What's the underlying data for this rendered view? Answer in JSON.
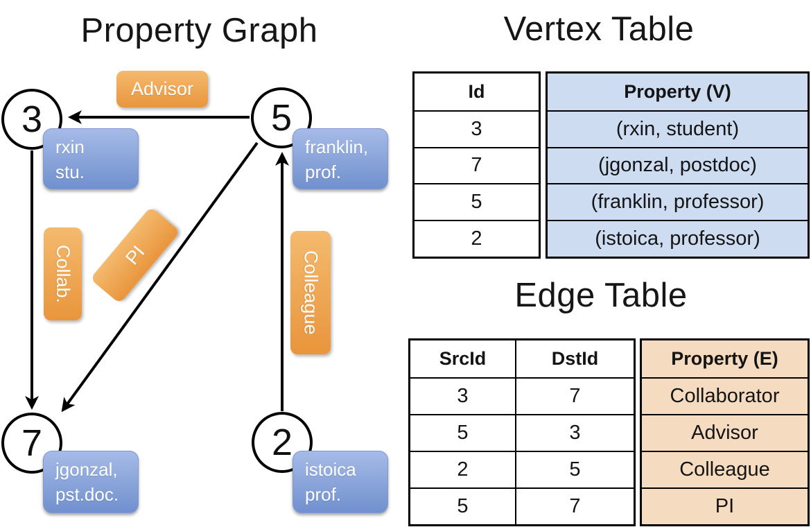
{
  "colors": {
    "edge_label_orange": "#EFA64C",
    "vertex_label_blue": "#7E9CD8",
    "vertex_table_fill": "#CEDCF2",
    "edge_table_fill": "#F5DCC1",
    "line_black": "#000000"
  },
  "graph": {
    "title": "Property Graph",
    "nodes": [
      {
        "id": "3",
        "line1": "rxin",
        "line2": "stu."
      },
      {
        "id": "5",
        "line1": "franklin,",
        "line2": "prof."
      },
      {
        "id": "7",
        "line1": "jgonzal,",
        "line2": "pst.doc."
      },
      {
        "id": "2",
        "line1": "istoica",
        "line2": "prof."
      }
    ],
    "edges": [
      {
        "label": "Advisor",
        "src": "5",
        "dst": "3"
      },
      {
        "label": "Collab.",
        "src": "3",
        "dst": "7"
      },
      {
        "label": "PI",
        "src": "5",
        "dst": "7"
      },
      {
        "label": "Colleague",
        "src": "2",
        "dst": "5"
      }
    ]
  },
  "vertex_table": {
    "title": "Vertex Table",
    "headers": {
      "id": "Id",
      "property": "Property (V)"
    },
    "rows": [
      {
        "id": "3",
        "property": "(rxin, student)"
      },
      {
        "id": "7",
        "property": "(jgonzal, postdoc)"
      },
      {
        "id": "5",
        "property": "(franklin, professor)"
      },
      {
        "id": "2",
        "property": "(istoica, professor)"
      }
    ]
  },
  "edge_table": {
    "title": "Edge Table",
    "headers": {
      "src": "SrcId",
      "dst": "DstId",
      "property": "Property (E)"
    },
    "rows": [
      {
        "src": "3",
        "dst": "7",
        "property": "Collaborator"
      },
      {
        "src": "5",
        "dst": "3",
        "property": "Advisor"
      },
      {
        "src": "2",
        "dst": "5",
        "property": "Colleague"
      },
      {
        "src": "5",
        "dst": "7",
        "property": "PI"
      }
    ]
  }
}
